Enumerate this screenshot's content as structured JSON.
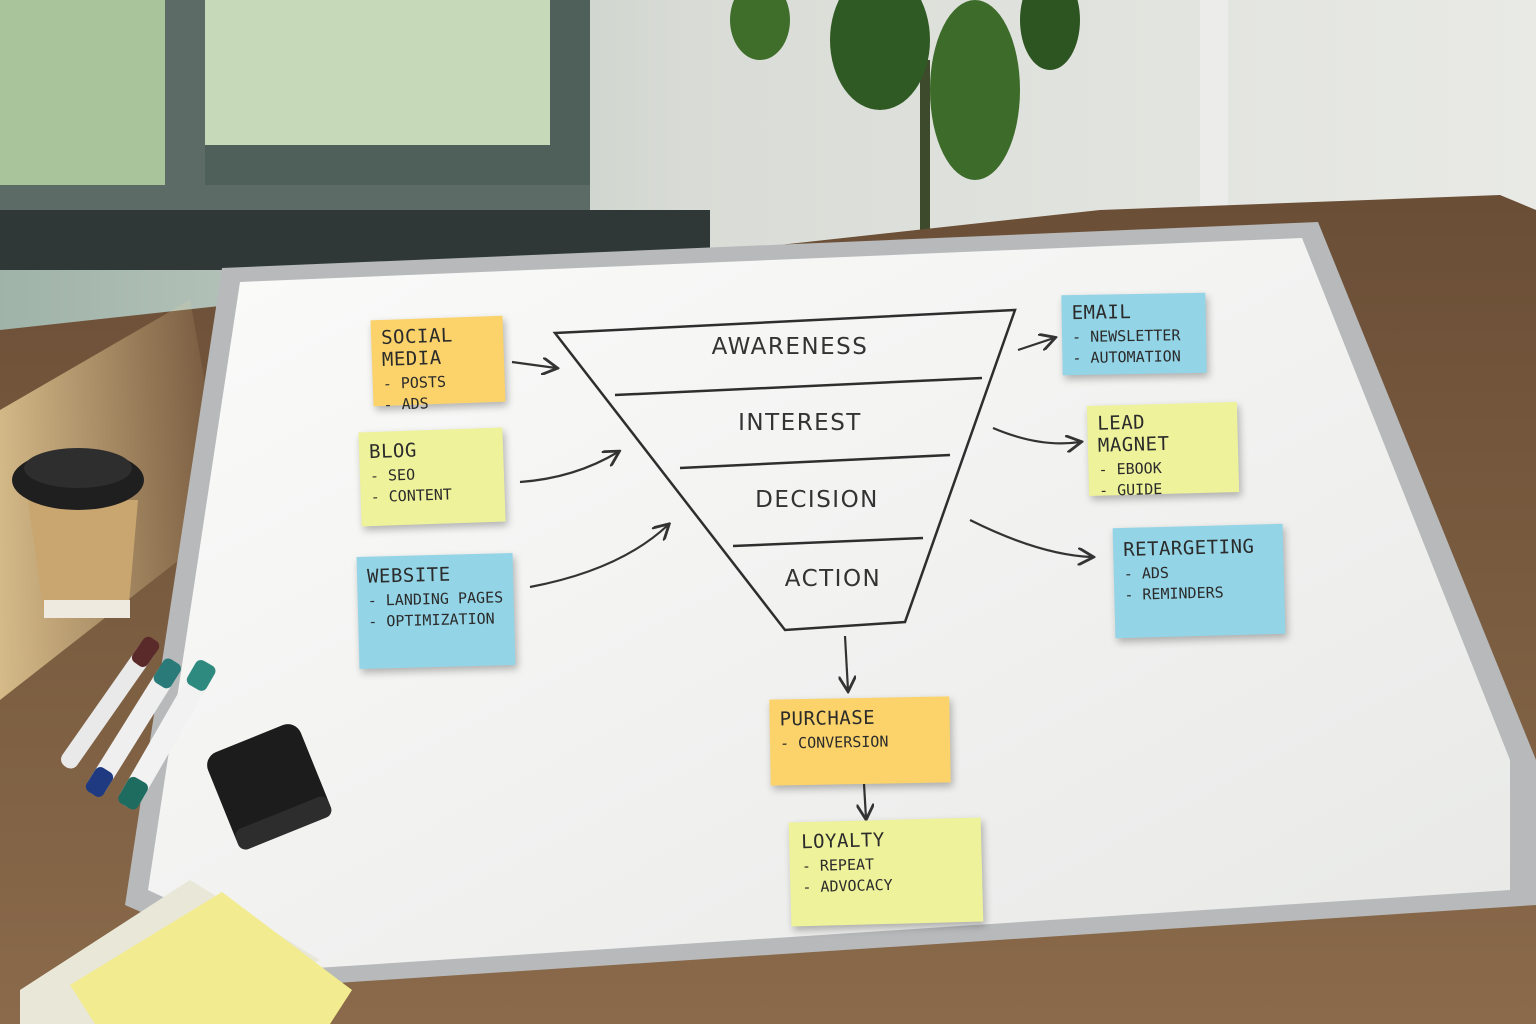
{
  "funnel": {
    "stages": [
      "AWARENESS",
      "INTEREST",
      "DECISION",
      "ACTION"
    ]
  },
  "notes": {
    "social_media": {
      "title_line1": "SOCIAL",
      "title_line2": "MEDIA",
      "items": [
        "POSTS",
        "ADS"
      ]
    },
    "blog": {
      "title": "BLOG",
      "items": [
        "SEO",
        "CONTENT"
      ]
    },
    "website": {
      "title": "WEBSITE",
      "items": [
        "LANDING PAGES",
        "OPTIMIZATION"
      ]
    },
    "email": {
      "title": "EMAIL",
      "items": [
        "NEWSLETTER",
        "AUTOMATION"
      ]
    },
    "lead_magnet": {
      "title_line1": "LEAD",
      "title_line2": "MAGNET",
      "items": [
        "EBOOK",
        "GUIDE"
      ]
    },
    "retargeting": {
      "title": "RETARGETING",
      "items": [
        "ADS",
        "REMINDERS"
      ]
    },
    "purchase": {
      "title": "PURCHASE",
      "items": [
        "CONVERSION"
      ]
    },
    "loyalty": {
      "title": "LOYALTY",
      "items": [
        "REPEAT",
        "ADVOCACY"
      ]
    }
  },
  "colors": {
    "sticky_yellow": "#eef29a",
    "sticky_orange": "#fbd36a",
    "sticky_blue": "#93d4e6",
    "whiteboard": "#f4f4f2",
    "desk_wood": "#7a5e43"
  }
}
